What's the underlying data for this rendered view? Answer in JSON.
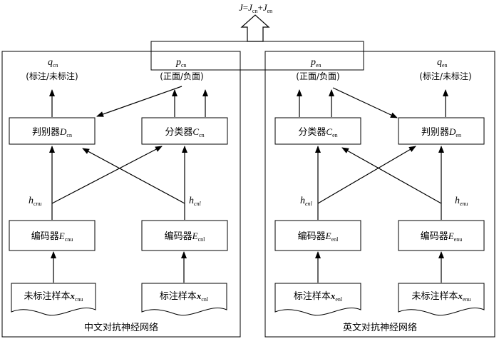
{
  "top": {
    "J": "J",
    "eq": "=",
    "J1": "J",
    "J1_sub": "cn",
    "plus": "+",
    "J2": "J",
    "J2_sub": "en"
  },
  "left_panel": {
    "caption": "中文对抗神经网络",
    "q_label": "q",
    "q_sub": "cn",
    "q_desc": "(标注/未标注)",
    "p_label": "p",
    "p_sub": "cn",
    "p_desc": "(正面/负面)",
    "discriminator": {
      "text": "判别器",
      "var": "D",
      "sub": "cn"
    },
    "classifier": {
      "text": "分类器",
      "var": "C",
      "sub": "cn"
    },
    "h_u": {
      "var": "h",
      "sub": "cnu"
    },
    "h_l": {
      "var": "h",
      "sub": "cnl"
    },
    "encoder_u": {
      "text": "编码器",
      "var": "E",
      "sub": "cnu"
    },
    "encoder_l": {
      "text": "编码器",
      "var": "E",
      "sub": "cnl"
    },
    "input_u": {
      "text": "未标注样本",
      "var": "x",
      "sub": "cnu"
    },
    "input_l": {
      "text": "标注样本",
      "var": "x",
      "sub": "cnl"
    }
  },
  "right_panel": {
    "caption": "英文对抗神经网络",
    "p_label": "p",
    "p_sub": "en",
    "p_desc": "(正面/负面)",
    "q_label": "q",
    "q_sub": "en",
    "q_desc": "(标注/未标注)",
    "classifier": {
      "text": "分类器",
      "var": "C",
      "sub": "en"
    },
    "discriminator": {
      "text": "判别器",
      "var": "D",
      "sub": "en"
    },
    "h_l": {
      "var": "h",
      "sub": "enl"
    },
    "h_u": {
      "var": "h",
      "sub": "enu"
    },
    "encoder_l": {
      "text": "编码器",
      "var": "E",
      "sub": "enl"
    },
    "encoder_u": {
      "text": "编码器",
      "var": "E",
      "sub": "enu"
    },
    "input_l": {
      "text": "标注样本",
      "var": "x",
      "sub": "enl"
    },
    "input_u": {
      "text": "未标注样本",
      "var": "x",
      "sub": "enu"
    }
  }
}
